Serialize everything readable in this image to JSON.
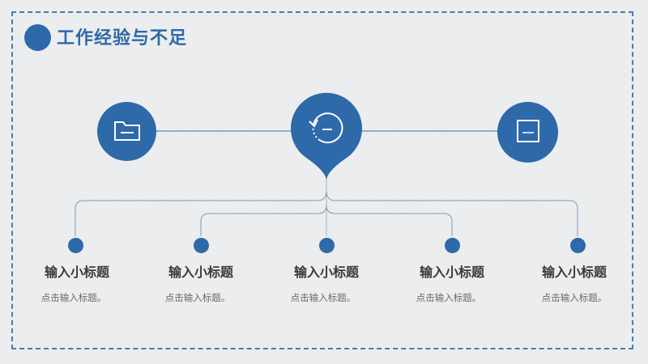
{
  "header": {
    "title": "工作经验与不足"
  },
  "icons": {
    "left": "folder-icon",
    "center": "history-clock-icon",
    "right": "window-icon"
  },
  "colors": {
    "accent": "#2e69a9",
    "text": "#3a3a3a",
    "subtext": "#6a6a6a"
  },
  "items": [
    {
      "title": "输入小标题",
      "desc": "点击输入标题。"
    },
    {
      "title": "输入小标题",
      "desc": "点击输入标题。"
    },
    {
      "title": "输入小标题",
      "desc": "点击输入标题。"
    },
    {
      "title": "输入小标题",
      "desc": "点击输入标题。"
    },
    {
      "title": "输入小标题",
      "desc": "点击输入标题。"
    }
  ]
}
